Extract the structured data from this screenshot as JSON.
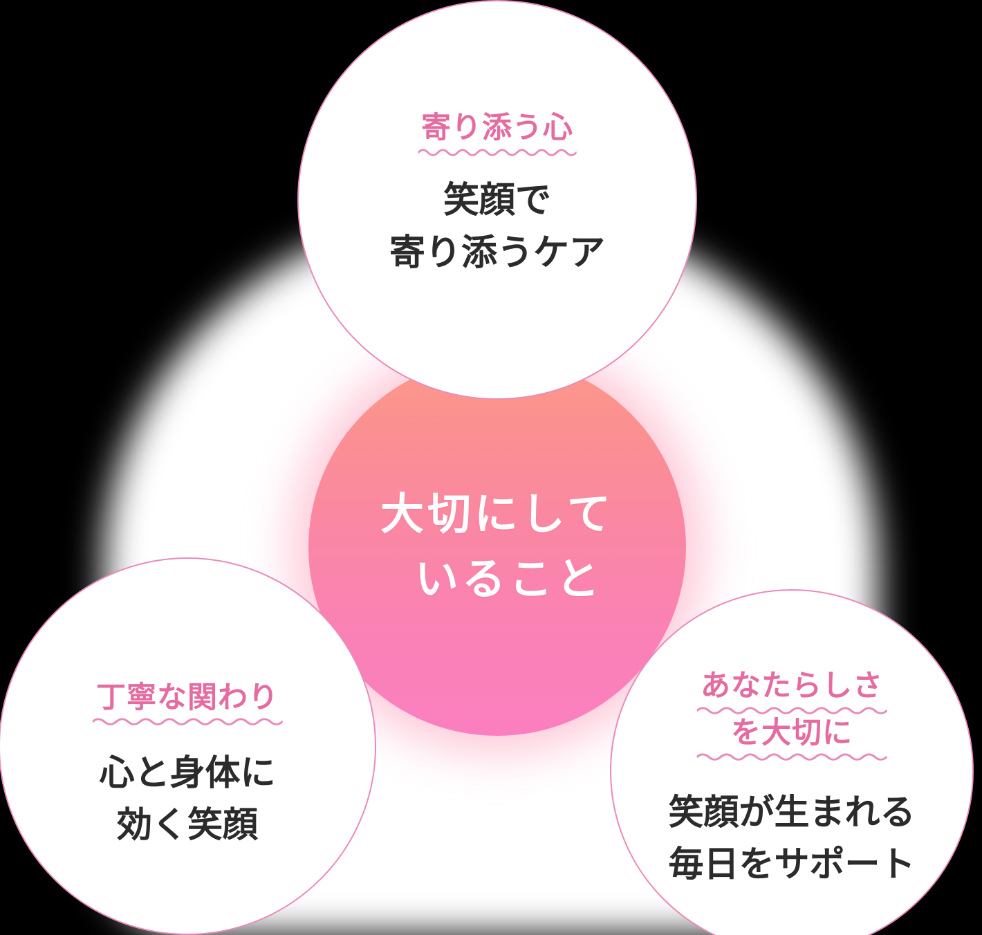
{
  "diagram": {
    "center": {
      "text_line1": "大切にして",
      "text_line2": "いること",
      "gradient_top_color": "#FC9A8A",
      "gradient_bottom_color": "#FB7FC0",
      "text_color": "#FFFFFF"
    },
    "bubbles": [
      {
        "position": "top",
        "heading_lines": [
          "寄り添う心"
        ],
        "body_line1": "笑顔で",
        "body_line2": "寄り添うケア",
        "heading_color": "#E56BA1",
        "body_color": "#2B2B2B",
        "border_color": "#E98BBA",
        "fill_color": "#FFFFFF"
      },
      {
        "position": "bottom-left",
        "heading_lines": [
          "丁寧な関わり"
        ],
        "body_line1": "心と身体に",
        "body_line2": "効く笑顔",
        "heading_color": "#E56BA1",
        "body_color": "#2B2B2B",
        "border_color": "#E98BBA",
        "fill_color": "#FFFFFF"
      },
      {
        "position": "bottom-right",
        "heading_lines": [
          "あなたらしさ",
          "を大切に"
        ],
        "body_line1": "笑顔が生まれる",
        "body_line2": "毎日をサポート",
        "heading_color": "#E56BA1",
        "body_color": "#2B2B2B",
        "border_color": "#E98BBA",
        "fill_color": "#FFFFFF"
      }
    ]
  }
}
